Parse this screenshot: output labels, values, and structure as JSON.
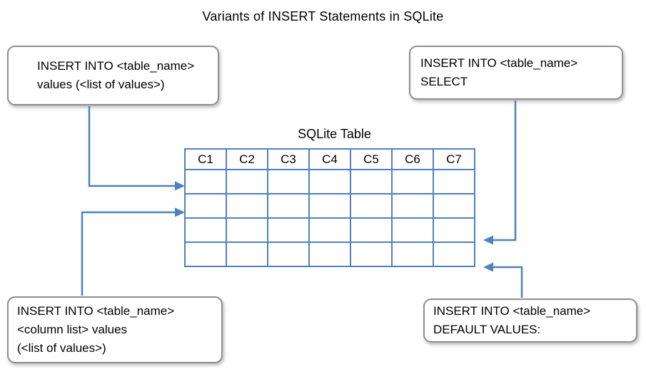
{
  "title": "Variants of INSERT Statements in SQLite",
  "colors": {
    "accent_blue": "#4f81bd",
    "box_border_gray": "#8f8f8f",
    "text": "#000000",
    "background": "#ffffff"
  },
  "table": {
    "caption": "SQLite Table",
    "columns": [
      "C1",
      "C2",
      "C3",
      "C4",
      "C5",
      "C6",
      "C7"
    ],
    "empty_data_rows": 4
  },
  "callouts": {
    "top_left": {
      "lines": [
        "INSERT INTO <table_name>",
        "values (<list of values>)"
      ]
    },
    "top_right": {
      "lines": [
        "INSERT INTO <table_name>",
        "SELECT"
      ]
    },
    "bottom_left": {
      "lines": [
        "INSERT INTO <table_name>",
        "<column list> values",
        "(<list of values>)"
      ]
    },
    "bottom_right": {
      "lines": [
        "INSERT INTO <table_name>",
        "DEFAULT VALUES:"
      ]
    }
  },
  "connections": [
    {
      "from": "top_left callout",
      "to": "table row 1",
      "enters": "left side"
    },
    {
      "from": "bottom_left callout",
      "to": "table row 2",
      "enters": "left side"
    },
    {
      "from": "top_right callout",
      "to": "table row 3",
      "enters": "right side"
    },
    {
      "from": "bottom_right callout",
      "to": "table row 4",
      "enters": "right side"
    }
  ]
}
